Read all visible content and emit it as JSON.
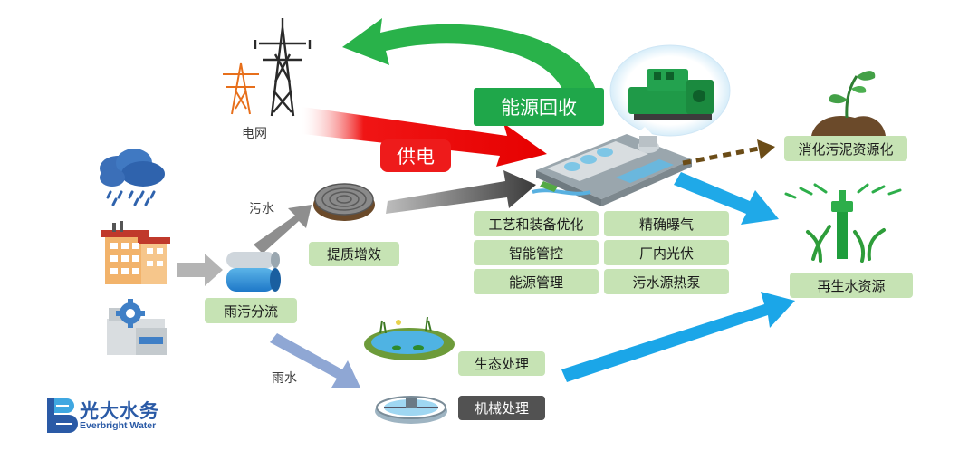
{
  "labels": {
    "power_grid": "电网",
    "energy_recovery": "能源回收",
    "power_supply": "供电",
    "sewage": "污水",
    "rain": "雨水",
    "quality_efficiency": "提质增效",
    "separation": "雨污分流",
    "sludge": "消化污泥资源化",
    "reclaimed_water": "再生水资源",
    "ecological": "生态处理",
    "mechanical": "机械处理"
  },
  "features": [
    "工艺和装备优化",
    "精确曝气",
    "智能管控",
    "厂内光伏",
    "能源管理",
    "污水源热泵"
  ],
  "logo": {
    "name_cn": "光大水务",
    "name_en": "Everbright Water"
  }
}
